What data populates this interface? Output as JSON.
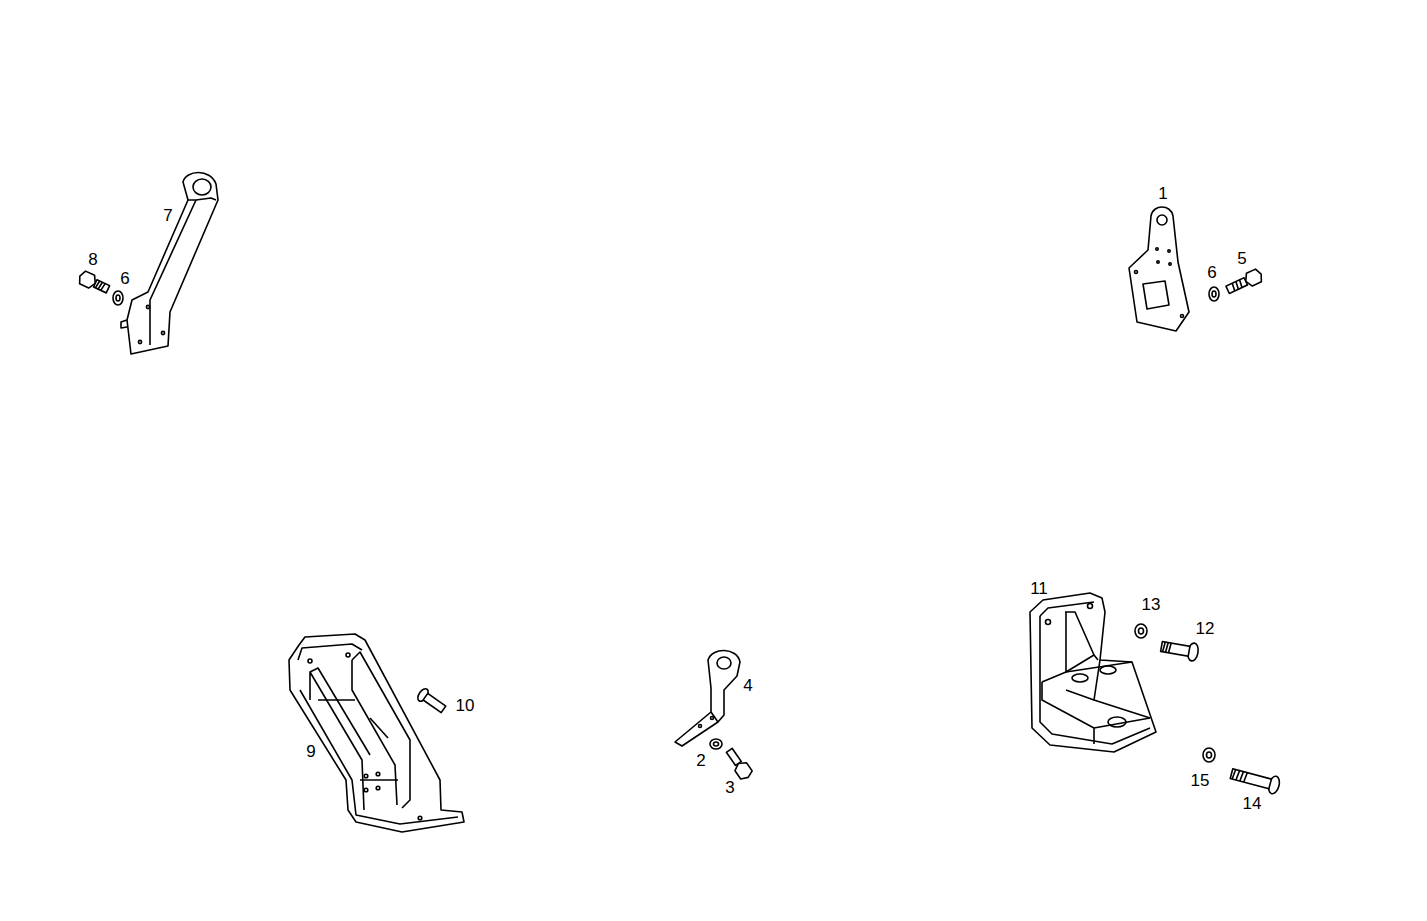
{
  "diagram": {
    "labels": [
      "1",
      "7",
      "8",
      "6",
      "5",
      "6",
      "11",
      "13",
      "12",
      "4",
      "10",
      "9",
      "2",
      "3",
      "15",
      "14"
    ]
  }
}
